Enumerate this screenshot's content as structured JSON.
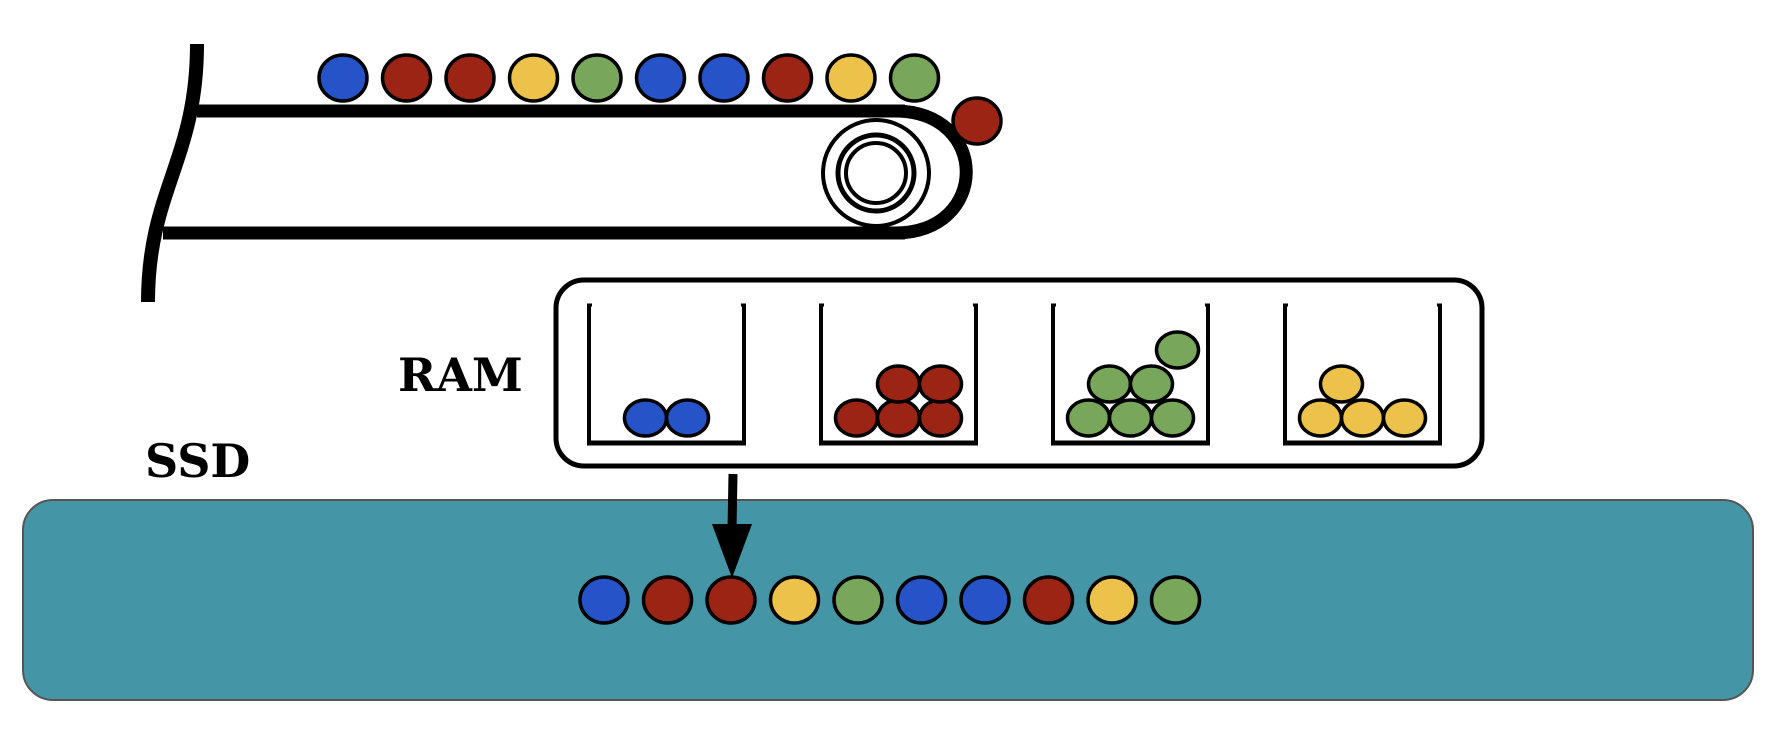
{
  "labels": {
    "ram": "RAM",
    "ssd": "SSD"
  },
  "colors": {
    "blue": "#2653c8",
    "red": "#9b2414",
    "yellow": "#ecc24a",
    "green": "#78a65a",
    "ssd_fill": "#4495a6",
    "stroke": "#000000"
  },
  "conveyor_items": [
    "blue",
    "red",
    "red",
    "yellow",
    "green",
    "blue",
    "blue",
    "red",
    "yellow",
    "green"
  ],
  "falling_item": "red",
  "ram_buckets": [
    {
      "color": "blue",
      "count": 2
    },
    {
      "color": "red",
      "count": 5
    },
    {
      "color": "green",
      "count": 6
    },
    {
      "color": "yellow",
      "count": 4
    }
  ],
  "ssd_items": [
    "blue",
    "red",
    "red",
    "yellow",
    "green",
    "blue",
    "blue",
    "red",
    "yellow",
    "green"
  ]
}
